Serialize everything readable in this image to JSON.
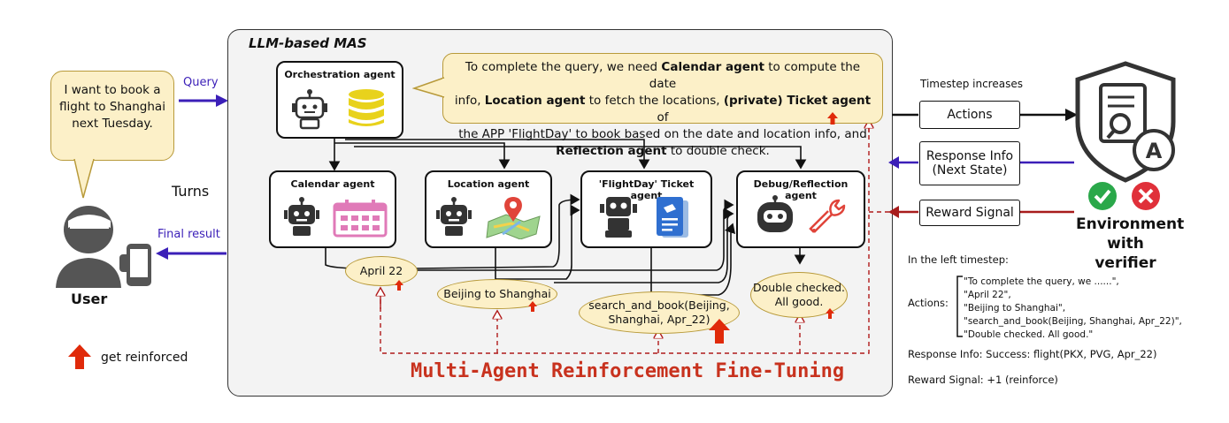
{
  "user": {
    "query_bubble": [
      "I want to book a",
      "flight to Shanghai",
      "next Tuesday."
    ],
    "label": "User",
    "query_arrow_label": "Query",
    "final_arrow_label": "Final result",
    "turns_label": "Turns"
  },
  "legend": {
    "label": "get reinforced"
  },
  "mas": {
    "title": "LLM-based MAS",
    "orchestration_title": "Orchestration agent",
    "callout": {
      "line1_a": "To complete the query, we need ",
      "line1_b": "Calendar agent",
      "line1_c": " to compute the date",
      "line2_a": "info, ",
      "line2_b": "Location agent",
      "line2_c": " to fetch the locations, ",
      "line2_d": "(private) Ticket agent",
      "line2_e": " of",
      "line3": "the APP 'FlightDay' to book based on the date and location info, and",
      "line4_a": "Reflection agent",
      "line4_b": " to double check."
    },
    "agents": {
      "calendar": "Calendar agent",
      "location": "Location agent",
      "ticket": "'FlightDay' Ticket agent",
      "debug": "Debug/Reflection agent"
    },
    "outputs": {
      "april": "April 22",
      "beijing": "Beijing to Shanghai",
      "search_line1": "search_and_book(Beijing,",
      "search_line2": "Shanghai, Apr_22)",
      "double_line1": "Double checked.",
      "double_line2": "All good."
    },
    "rft_title": "Multi-Agent Reinforcement Fine-Tuning"
  },
  "environment": {
    "timestep_label": "Timestep increases",
    "actions_label": "Actions",
    "response_line1": "Response Info",
    "response_line2": "(Next State)",
    "reward_label": "Reward Signal",
    "env_line1": "Environment",
    "env_line2": "with verifier"
  },
  "details": {
    "heading": "In the left timestep:",
    "actions_key": "Actions:",
    "actions_items": [
      "\"To complete the query, we ......\",",
      "\"April 22\",",
      "\"Beijing to Shanghai\",",
      "\"search_and_book(Beijing, Shanghai, Apr_22)\",",
      "\"Double checked. All good.\""
    ],
    "response_info": "Response Info: Success: flight(PKX, PVG, Apr_22)",
    "reward_signal": "Reward Signal: +1 (reinforce)"
  },
  "colors": {
    "query_arrow": "#3b1fb8",
    "response_arrow": "#3b1fb8",
    "reward_arrow": "#a81c1c",
    "reinforce_red": "#e02a0a",
    "dashed_red": "#b01a1a",
    "bubble_fill": "#fcf0c8",
    "title_red": "#c8321e"
  }
}
